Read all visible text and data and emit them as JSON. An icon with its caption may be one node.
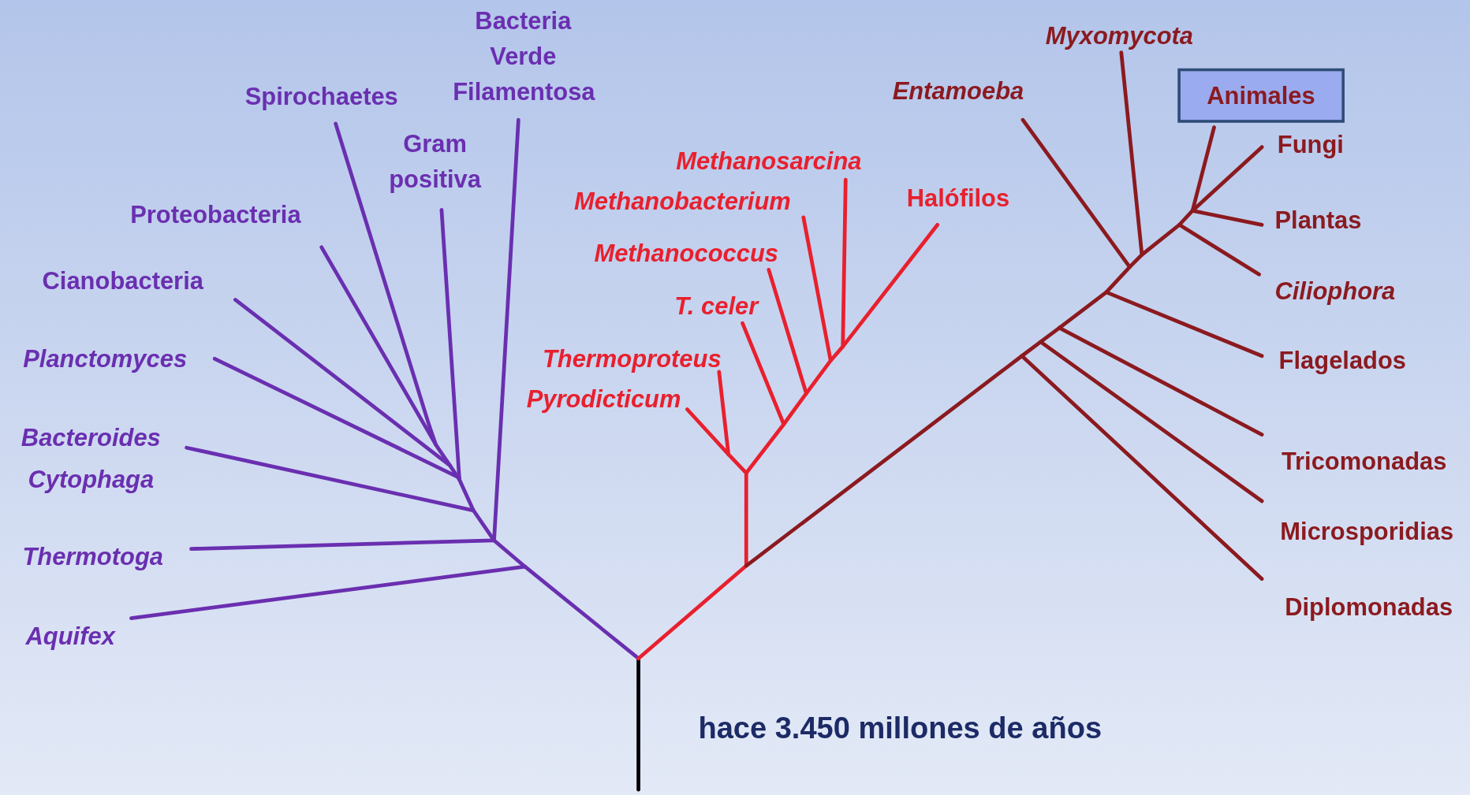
{
  "diagram": {
    "nodes": [
      {
        "text": [
          "Bacteria Verde Filamentosa"
        ]
      },
      {
        "text": [
          "Spirochaetes"
        ]
      },
      {
        "text": [
          "Gram positiva"
        ]
      },
      {
        "text": [
          "Proteobacteria"
        ]
      },
      {
        "text": [
          "Cianobacteria"
        ]
      },
      {
        "text": [
          "Planctomyces"
        ]
      },
      {
        "text": [
          "Bacteroides Cytophaga"
        ]
      },
      {
        "text": [
          "Thermotoga"
        ]
      },
      {
        "text": [
          "Aquifex"
        ]
      },
      {
        "text": [
          "Methanosarcina"
        ]
      },
      {
        "text": [
          "Methanobacterium"
        ]
      },
      {
        "text": [
          "Halófilos"
        ]
      },
      {
        "text": [
          "Methanococcus"
        ]
      },
      {
        "text": [
          "T. celer"
        ]
      },
      {
        "text": [
          "Thermoproteus"
        ]
      },
      {
        "text": [
          "Pyrodicticum"
        ]
      },
      {
        "text": [
          "Myxomycota"
        ]
      },
      {
        "text": [
          "Entamoeba"
        ]
      },
      {
        "text": [
          "Animales"
        ]
      },
      {
        "text": [
          "Fungi"
        ]
      },
      {
        "text": [
          "Plantas"
        ]
      },
      {
        "text": [
          "Ciliophora"
        ]
      },
      {
        "text": [
          "Flagelados"
        ]
      },
      {
        "text": [
          "Tricomonadas"
        ]
      },
      {
        "text": [
          "Microsporidias"
        ]
      },
      {
        "text": [
          "Diplomonadas"
        ]
      }
    ],
    "edges": [
      {
        "from": null,
        "to": 0,
        "arrow": "none",
        "color": "#6a2fb0"
      },
      {
        "from": null,
        "to": 1,
        "arrow": "none",
        "color": "#6a2fb0"
      },
      {
        "from": null,
        "to": 2,
        "arrow": "none",
        "color": "#6a2fb0"
      },
      {
        "from": null,
        "to": 3,
        "arrow": "none",
        "color": "#6a2fb0"
      },
      {
        "from": null,
        "to": 4,
        "arrow": "none",
        "color": "#6a2fb0"
      },
      {
        "from": null,
        "to": 5,
        "arrow": "none",
        "color": "#6a2fb0"
      },
      {
        "from": null,
        "to": 6,
        "arrow": "none",
        "color": "#6a2fb0"
      },
      {
        "from": null,
        "to": 7,
        "arrow": "none",
        "color": "#6a2fb0"
      },
      {
        "from": null,
        "to": 8,
        "arrow": "none",
        "color": "#6a2fb0"
      },
      {
        "from": null,
        "to": 9,
        "arrow": "none",
        "color": "#e8202e"
      },
      {
        "from": null,
        "to": 10,
        "arrow": "none",
        "color": "#e8202e"
      },
      {
        "from": null,
        "to": 11,
        "arrow": "none",
        "color": "#e8202e"
      },
      {
        "from": null,
        "to": 12,
        "arrow": "none",
        "color": "#e8202e"
      },
      {
        "from": null,
        "to": 13,
        "arrow": "none",
        "color": "#e8202e"
      },
      {
        "from": null,
        "to": 14,
        "arrow": "none",
        "color": "#e8202e"
      },
      {
        "from": null,
        "to": 15,
        "arrow": "none",
        "color": "#e8202e"
      },
      {
        "from": null,
        "to": 16,
        "arrow": "none",
        "color": "#8b1a1f"
      },
      {
        "from": null,
        "to": 17,
        "arrow": "none",
        "color": "#8b1a1f"
      },
      {
        "from": null,
        "to": 18,
        "arrow": "none",
        "color": "#8b1a1f"
      },
      {
        "from": null,
        "to": 19,
        "arrow": "none",
        "color": "#8b1a1f"
      },
      {
        "from": null,
        "to": 20,
        "arrow": "none",
        "color": "#8b1a1f"
      },
      {
        "from": null,
        "to": 21,
        "arrow": "none",
        "color": "#8b1a1f"
      },
      {
        "from": null,
        "to": 22,
        "arrow": "none",
        "color": "#8b1a1f"
      },
      {
        "from": null,
        "to": 23,
        "arrow": "none",
        "color": "#8b1a1f"
      },
      {
        "from": null,
        "to": 24,
        "arrow": "none",
        "color": "#8b1a1f"
      },
      {
        "from": null,
        "to": 25,
        "arrow": "none",
        "color": "#8b1a1f"
      }
    ],
    "labels": [
      "hace 3.450 millones de años"
    ]
  }
}
